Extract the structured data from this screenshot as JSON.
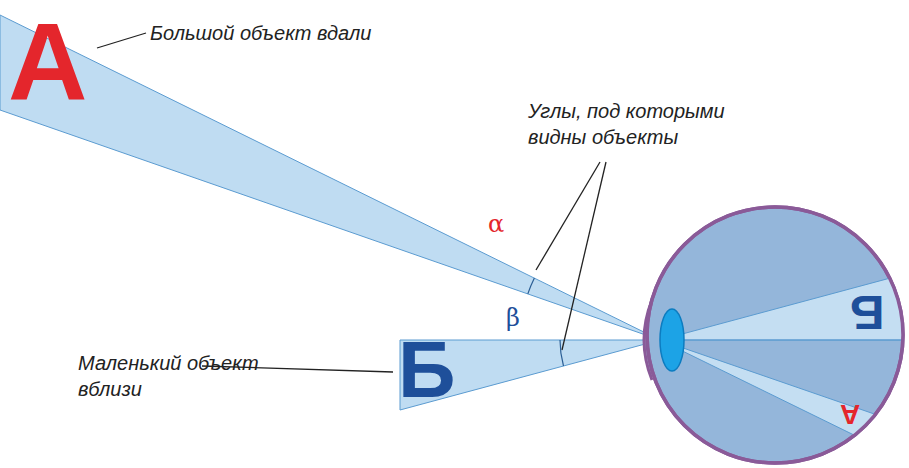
{
  "diagram": {
    "labels": [
      "А",
      "Большой объект вдали",
      "Углы, под которыми видны объекты",
      "α",
      "β",
      "Б",
      "Маленький объект вблизи",
      "Б",
      "А"
    ]
  }
}
